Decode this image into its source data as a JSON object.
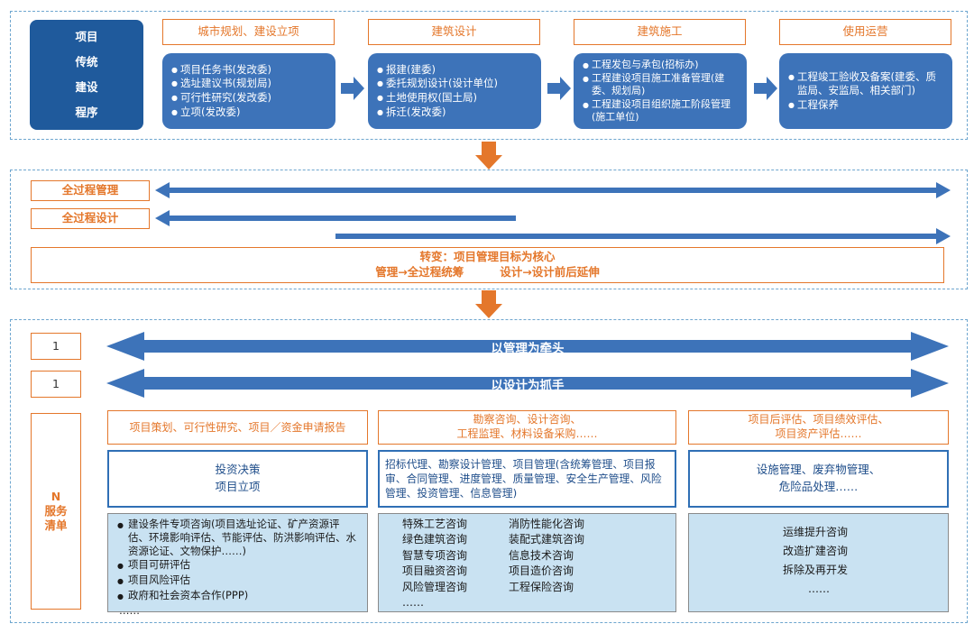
{
  "colors": {
    "orange": "#e4772b",
    "blue_arrow": "#3d73b9",
    "navy": "#1f5a9c",
    "light_blue": "#c9e2f2",
    "dashed_border": "#6ea6cf"
  },
  "section1": {
    "title_lines": [
      "项目",
      "传统",
      "建设",
      "程序"
    ],
    "stages": [
      {
        "header": "城市规划、建设立项",
        "items": [
          "项目任务书(发改委)",
          "选址建议书(规划局)",
          "可行性研究(发改委)",
          "立项(发改委)"
        ]
      },
      {
        "header": "建筑设计",
        "items": [
          "报建(建委)",
          "委托规划设计(设计单位)",
          "土地使用权(国土局)",
          "拆迁(发改委)"
        ]
      },
      {
        "header": "建筑施工",
        "items": [
          "工程发包与承包(招标办)",
          "工程建设项目施工准备管理(建委、规划局)",
          "工程建设项目组织施工阶段管理(施工单位)"
        ]
      },
      {
        "header": "使用运营",
        "items": [
          "工程竣工验收及备案(建委、质监局、安监局、相关部门)",
          "工程保养"
        ]
      }
    ]
  },
  "section2": {
    "label_management": "全过程管理",
    "label_design": "全过程设计",
    "transform_line1": "转变：项目管理目标为核心",
    "transform_line2a": "管理→全过程统筹",
    "transform_line2b": "设计→设计前后延伸"
  },
  "section3": {
    "one_a": "1",
    "one_b": "1",
    "arrow_management": "以管理为牵头",
    "arrow_design": "以设计为抓手",
    "n_label": [
      "N",
      "服务",
      "清单"
    ],
    "col1": {
      "header": "项目策划、可行性研究、项目／资金申请报告",
      "main": [
        "投资决策",
        "项目立项"
      ],
      "list": [
        "建设条件专项咨询(项目选址论证、矿产资源评估、环境影响评估、节能评估、防洪影响评估、水资源论证、文物保护……)",
        "项目可研评估",
        "项目风险评估",
        "政府和社会资本合作(PPP)"
      ],
      "more": "……"
    },
    "col2": {
      "header_lines": [
        "勘察咨询、设计咨询、",
        "工程监理、材料设备采购……"
      ],
      "main": "招标代理、勘察设计管理、项目管理(含统筹管理、项目报审、合同管理、进度管理、质量管理、安全生产管理、风险管理、投资管理、信息管理)",
      "left_list": [
        "特殊工艺咨询",
        "绿色建筑咨询",
        "智慧专项咨询",
        "项目融资咨询",
        "风险管理咨询",
        "……"
      ],
      "right_list": [
        "消防性能化咨询",
        "装配式建筑咨询",
        "信息技术咨询",
        "项目造价咨询",
        "工程保险咨询"
      ]
    },
    "col3": {
      "header_lines": [
        "项目后评估、项目绩效评估、",
        "项目资产评估……"
      ],
      "main": [
        "设施管理、废弃物管理、",
        "危险品处理……"
      ],
      "list": [
        "运维提升咨询",
        "改造扩建咨询",
        "拆除及再开发",
        "……"
      ]
    }
  }
}
